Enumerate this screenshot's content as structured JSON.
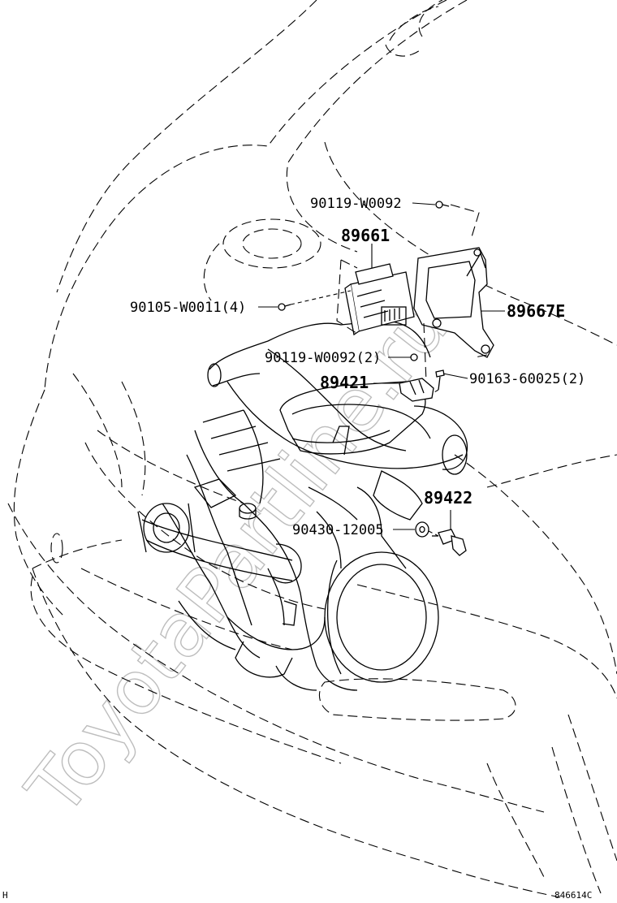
{
  "watermark": "ToyotaPartline.ru",
  "callouts": {
    "c1": "90119-W0092",
    "c2": "89661",
    "c3": "90105-W0011(4)",
    "c4": "89667E",
    "c5": "90119-W0092(2)",
    "c6": "89421",
    "c7": "90163-60025(2)",
    "c8": "89422",
    "c9": "90430-12005"
  },
  "footer": {
    "left_mark": "H",
    "figure_code": "846614C"
  }
}
